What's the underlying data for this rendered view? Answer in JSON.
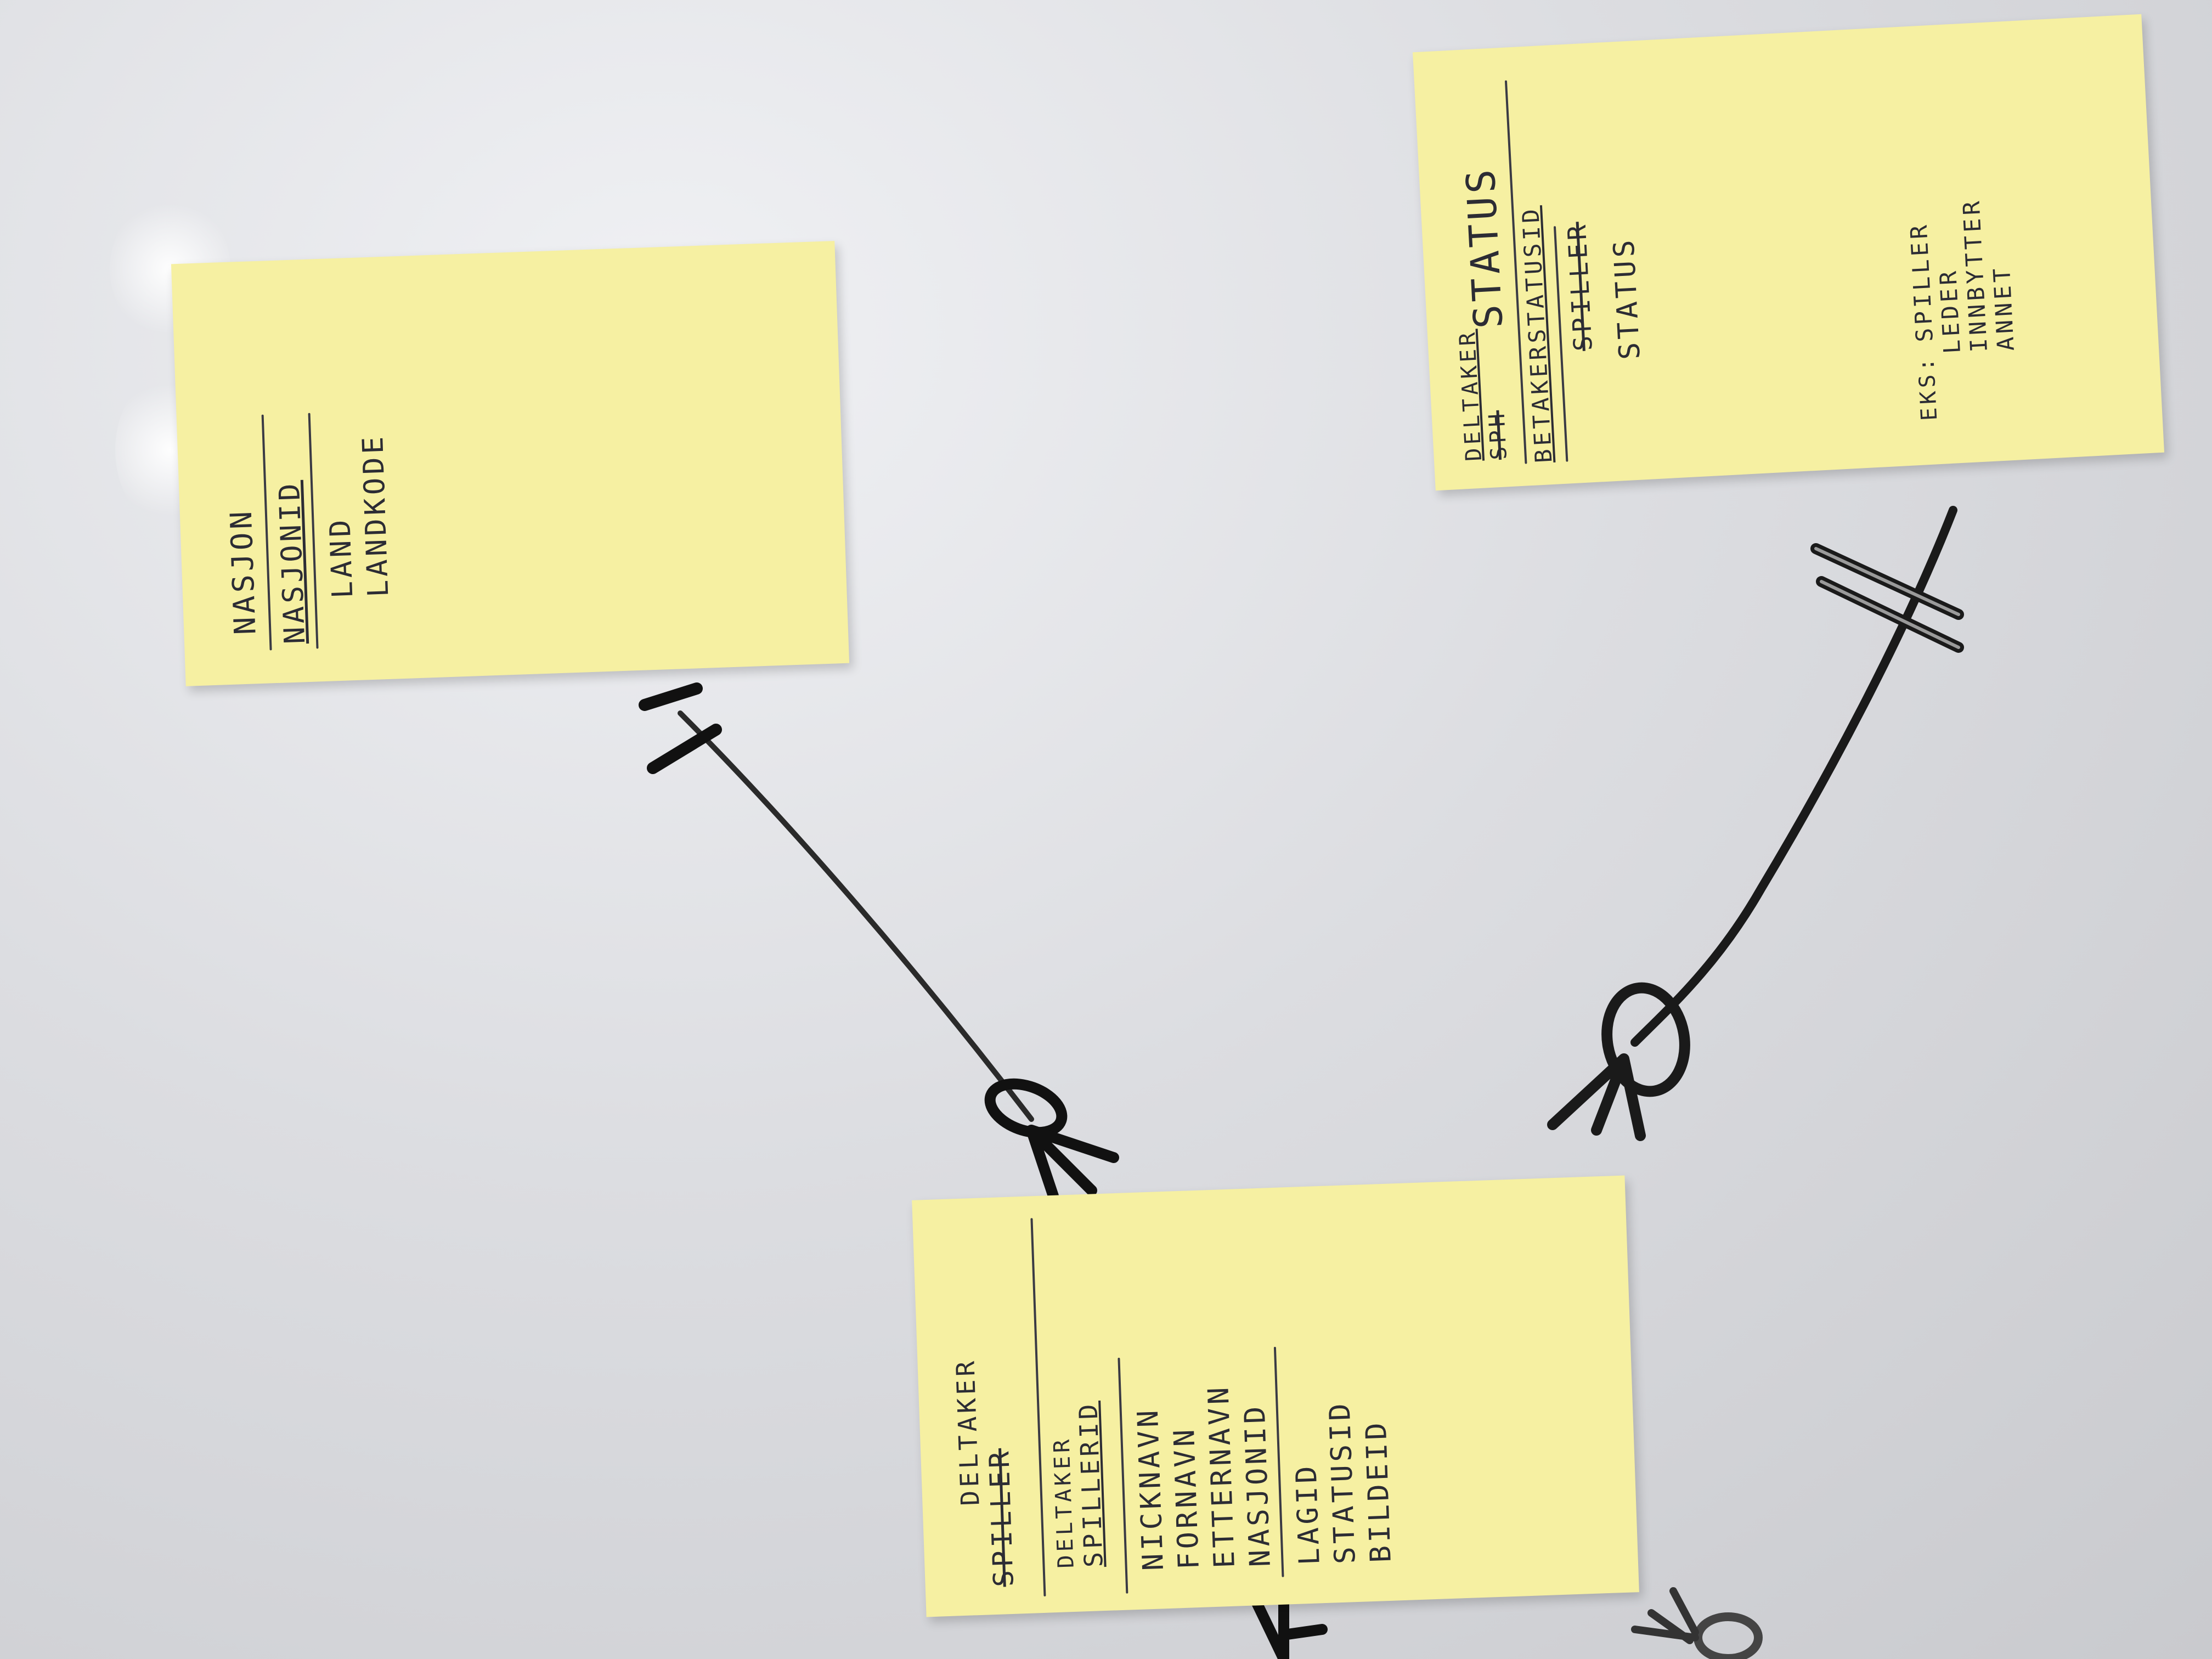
{
  "diagram": {
    "entities": {
      "nasjon": {
        "title": "NASJON",
        "primary_key": "NASJONID",
        "attributes": [
          "LAND",
          "LANDKODE"
        ]
      },
      "status": {
        "title_line1": "DELTAKER",
        "title_struck": "SPH",
        "title_main": "STATUS",
        "primary_key": "BETAKERSTATUSID",
        "struck_attribute": "SPILLER",
        "attributes": [
          "STATUS"
        ],
        "example_label": "EKS:",
        "examples": [
          "SPILLER",
          "LEDER",
          "INNBYTTER",
          "ANNET"
        ]
      },
      "deltaker": {
        "title_struck": "SPILLER",
        "title_main": "DELTAKER",
        "primary_key_line1": "DELTAKER",
        "primary_key_line2": "SPILLERID",
        "attributes": [
          "NICKNAVN",
          "FORNAVN",
          "ETTERNAVN",
          "NASJONID"
        ],
        "foreign_keys": [
          "LAGID",
          "STATUSID",
          "BILDEID"
        ]
      }
    },
    "colors": {
      "note": "#f6f0a2",
      "ink": "#2c2c34",
      "marker": "#1a1a1a"
    }
  }
}
